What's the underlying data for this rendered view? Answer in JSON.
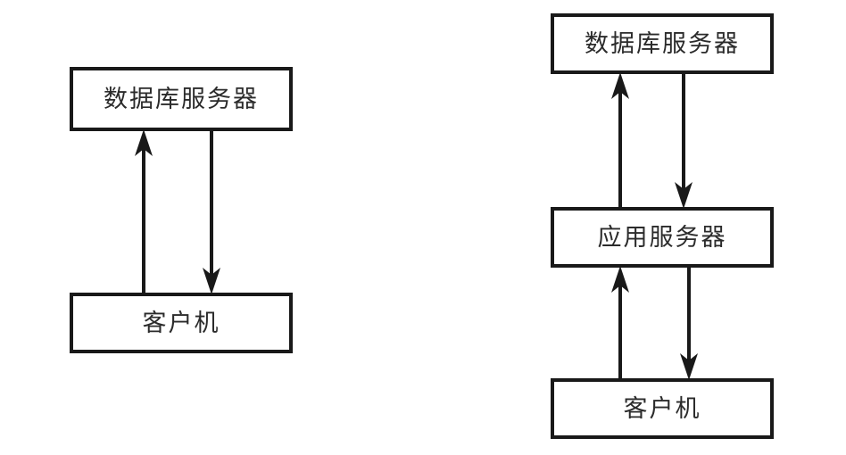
{
  "figure": {
    "background_color": "#ffffff",
    "line_color": "#191919",
    "text_color": "#2b2b2b"
  },
  "diagrams": [
    {
      "id": "two-tier",
      "nodes": [
        {
          "id": "db",
          "label": "数据库服务器"
        },
        {
          "id": "client",
          "label": "客户机"
        }
      ],
      "edges": [
        {
          "from": "client",
          "to": "db",
          "direction": "up",
          "arrowhead": "filled-concave"
        },
        {
          "from": "db",
          "to": "client",
          "direction": "down",
          "arrowhead": "filled-concave"
        }
      ]
    },
    {
      "id": "three-tier",
      "nodes": [
        {
          "id": "db",
          "label": "数据库服务器"
        },
        {
          "id": "app",
          "label": "应用服务器"
        },
        {
          "id": "client",
          "label": "客户机"
        }
      ],
      "edges": [
        {
          "from": "app",
          "to": "db",
          "direction": "up",
          "arrowhead": "filled-concave"
        },
        {
          "from": "db",
          "to": "app",
          "direction": "down",
          "arrowhead": "filled-concave"
        },
        {
          "from": "client",
          "to": "app",
          "direction": "up",
          "arrowhead": "filled-concave"
        },
        {
          "from": "app",
          "to": "client",
          "direction": "down",
          "arrowhead": "filled-concave"
        }
      ]
    }
  ]
}
